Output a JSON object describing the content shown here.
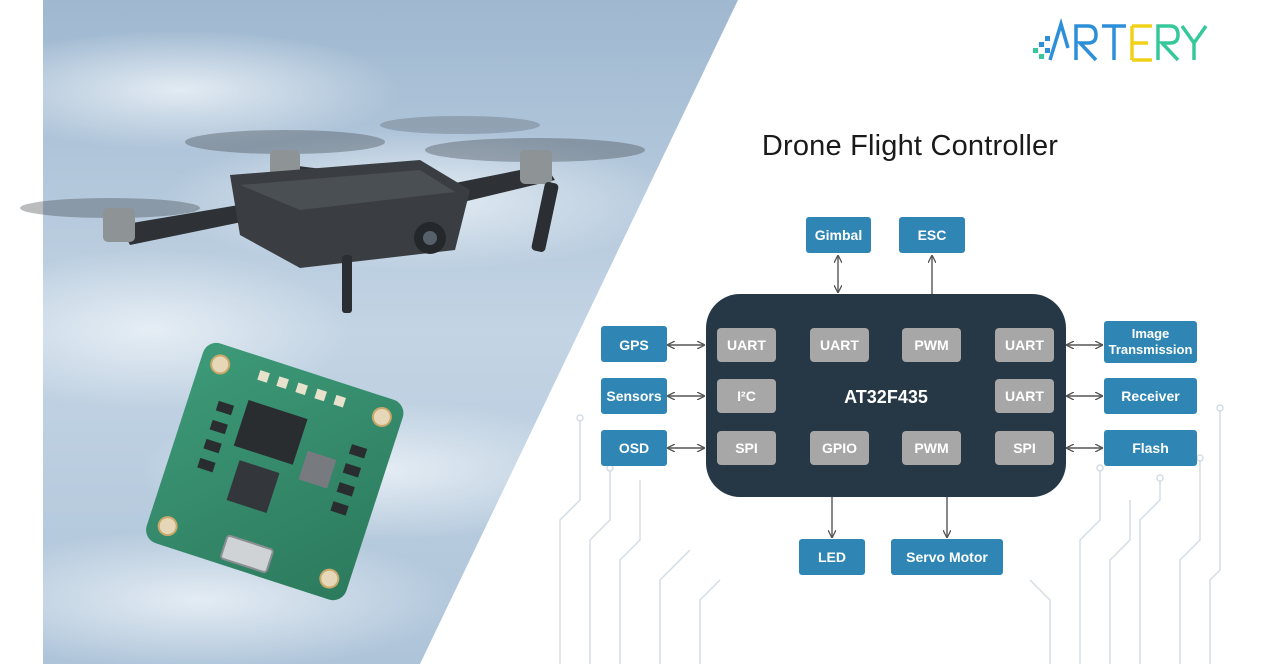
{
  "brand": {
    "logo_text": "ARTERY",
    "logo_colors": {
      "blue": "#2c8fd8",
      "yellow": "#f0d21a",
      "green": "#36c79a"
    }
  },
  "diagram": {
    "title": "Drone Flight Controller",
    "mcu": {
      "name": "AT32F435",
      "color": "#263746"
    },
    "mcu_ports": [
      "UART",
      "UART",
      "PWM",
      "UART",
      "I²C",
      "UART",
      "SPI",
      "GPIO",
      "PWM",
      "SPI"
    ],
    "peripherals": {
      "gimbal": "Gimbal",
      "esc": "ESC",
      "gps": "GPS",
      "sensors": "Sensors",
      "osd": "OSD",
      "image_transmission_line1": "Image",
      "image_transmission_line2": "Transmission",
      "receiver": "Receiver",
      "flash": "Flash",
      "led": "LED",
      "servo_motor": "Servo Motor"
    },
    "colors": {
      "peripheral_box": "#2f86b5",
      "port_box": "#a7a7a7",
      "connector": "#555555"
    }
  },
  "illustration": {
    "drone": "drone-photo",
    "board": "flight-controller-board-photo",
    "sky_color": "#b9cde0"
  }
}
